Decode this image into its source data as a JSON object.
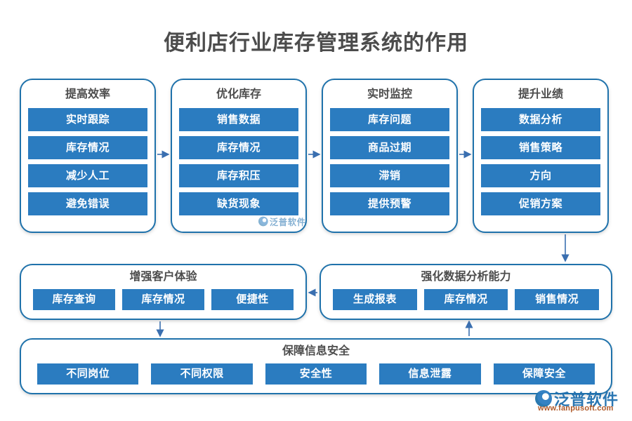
{
  "title": "便利店行业库存管理系统的作用",
  "colors": {
    "bar_blue": "#2b7cc0",
    "border_blue": "#1f72ab",
    "title_gray": "#4c4c4c",
    "watermark_blue": "#1f6fae",
    "watermark_url_brown": "#b05a2a"
  },
  "columns": [
    {
      "heading": "提高效率",
      "items": [
        "实时跟踪",
        "库存情况",
        "减少人工",
        "避免错误"
      ]
    },
    {
      "heading": "优化库存",
      "items": [
        "销售数据",
        "库存情况",
        "库存积压",
        "缺货现象"
      ]
    },
    {
      "heading": "实时监控",
      "items": [
        "库存问题",
        "商品过期",
        "滞销",
        "提供预警"
      ]
    },
    {
      "heading": "提升业绩",
      "items": [
        "数据分析",
        "销售策略",
        "方向",
        "促销方案"
      ]
    }
  ],
  "row2": [
    {
      "heading": "增强客户体验",
      "items": [
        "库存查询",
        "库存情况",
        "便捷性"
      ]
    },
    {
      "heading": "强化数据分析能力",
      "items": [
        "生成报表",
        "库存情况",
        "销售情况"
      ]
    }
  ],
  "bottom": {
    "heading": "保障信息安全",
    "items": [
      "不同岗位",
      "不同权限",
      "安全性",
      "信息泄露",
      "保障安全"
    ]
  },
  "watermark": {
    "brand": "泛普软件",
    "url": "www.fanpusoft.com"
  }
}
